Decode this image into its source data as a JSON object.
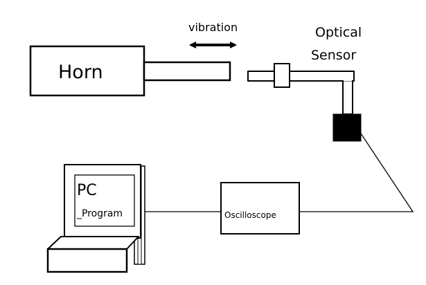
{
  "labels": {
    "horn": "Horn",
    "vibration": "vibration",
    "sensor_line1": "Optical",
    "sensor_line2": "Sensor",
    "pc": "PC",
    "program": "_Program",
    "oscilloscope": "Oscilloscope"
  },
  "colors": {
    "stroke": "#000000",
    "background": "#ffffff",
    "probe_fill": "#000000"
  },
  "icons": {
    "vibration_arrow": "double-headed-horizontal-arrow"
  }
}
